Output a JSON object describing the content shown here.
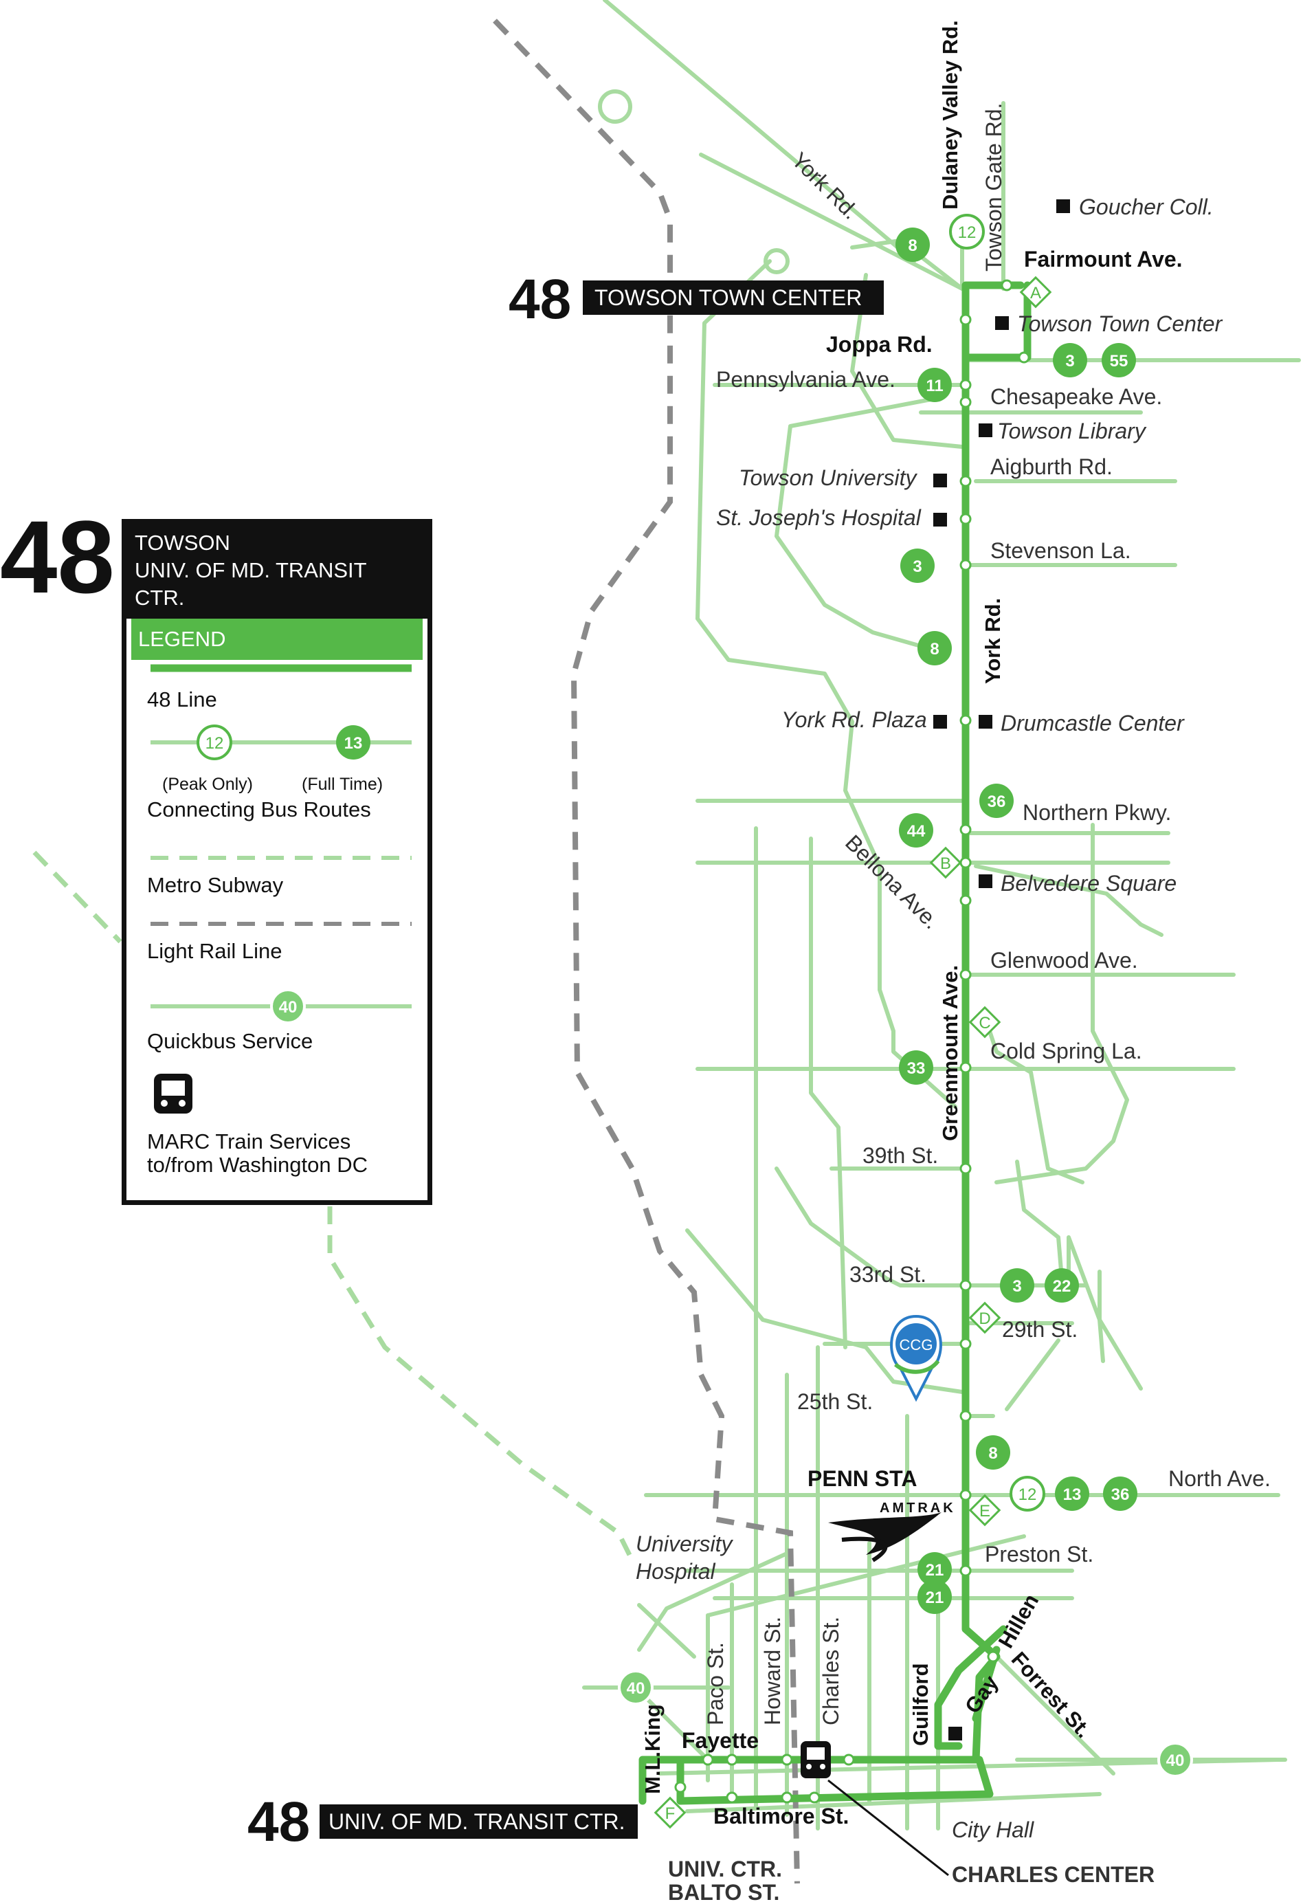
{
  "route": {
    "number": "48",
    "north_terminal": "TOWSON TOWN CENTER",
    "south_terminal": "UNIV. OF MD. TRANSIT CTR.",
    "legend_title_line1": "TOWSON",
    "legend_title_line2": "UNIV. OF MD. TRANSIT CTR."
  },
  "legend": {
    "header": "LEGEND",
    "line_label": "48 Line",
    "peak_badge": "12",
    "full_badge": "13",
    "peak_note": "(Peak Only)",
    "full_note": "(Full Time)",
    "connecting": "Connecting Bus Routes",
    "metro": "Metro Subway",
    "light_rail": "Light Rail Line",
    "quickbus_badge": "40",
    "quickbus": "Quickbus Service",
    "marc_line1": "MARC Train Services",
    "marc_line2": "to/from Washington DC"
  },
  "colors": {
    "route": "#55b848",
    "connector": "#a8dba0",
    "subway": "#8a8a8a",
    "label": "#333333"
  },
  "streets": {
    "york_rd_diag": "York Rd.",
    "dulaney": "Dulaney Valley Rd.",
    "towson_gate": "Towson Gate Rd.",
    "fairmount": "Fairmount Ave.",
    "joppa": "Joppa Rd.",
    "pennsylvania": "Pennsylvania Ave.",
    "chesapeake": "Chesapeake Ave.",
    "aigburth": "Aigburth Rd.",
    "stevenson": "Stevenson La.",
    "york_rd": "York Rd.",
    "northern": "Northern Pkwy.",
    "bellona": "Bellona Ave.",
    "glenwood": "Glenwood Ave.",
    "greenmount": "Greenmount Ave.",
    "cold_spring": "Cold Spring La.",
    "st39": "39th St.",
    "st33": "33rd St.",
    "st29": "29th St.",
    "st25": "25th St.",
    "north_ave": "North Ave.",
    "preston": "Preston St.",
    "hillen": "Hillen",
    "forrest": "Forrest St.",
    "gay": "Gay",
    "guilford": "Guilford",
    "charles": "Charles St.",
    "howard": "Howard St.",
    "paco": "Paco St.",
    "mlking": "M.L.King",
    "fayette": "Fayette",
    "baltimore": "Baltimore St."
  },
  "places": {
    "goucher": "Goucher Coll.",
    "towson_town_center": "Towson Town Center",
    "towson_library": "Towson Library",
    "towson_university": "Towson University",
    "st_josephs": "St. Joseph's Hospital",
    "york_rd_plaza": "York Rd. Plaza",
    "drumcastle": "Drumcastle Center",
    "belvedere": "Belvedere Square",
    "penn_sta": "PENN STA",
    "amtrak": "AMTRAK",
    "university_hospital_1": "University",
    "university_hospital_2": "Hospital",
    "city_hall": "City Hall",
    "charles_center": "CHARLES CENTER",
    "univ_ctr_1": "UNIV. CTR.",
    "univ_ctr_2": "BALTO ST.",
    "ccg": "CCG"
  },
  "timepoints": [
    "A",
    "B",
    "C",
    "D",
    "E",
    "F"
  ],
  "bus_badges": {
    "b8a": "8",
    "b12": "12",
    "b3a": "3",
    "b55": "55",
    "b11": "11",
    "b3b": "3",
    "b8b": "8",
    "b36a": "36",
    "b44": "44",
    "b33": "33",
    "b3c": "3",
    "b22": "22",
    "b8c": "8",
    "b12b": "12",
    "b13": "13",
    "b36b": "36",
    "b21a": "21",
    "b21b": "21",
    "b40a": "40",
    "b40b": "40"
  }
}
